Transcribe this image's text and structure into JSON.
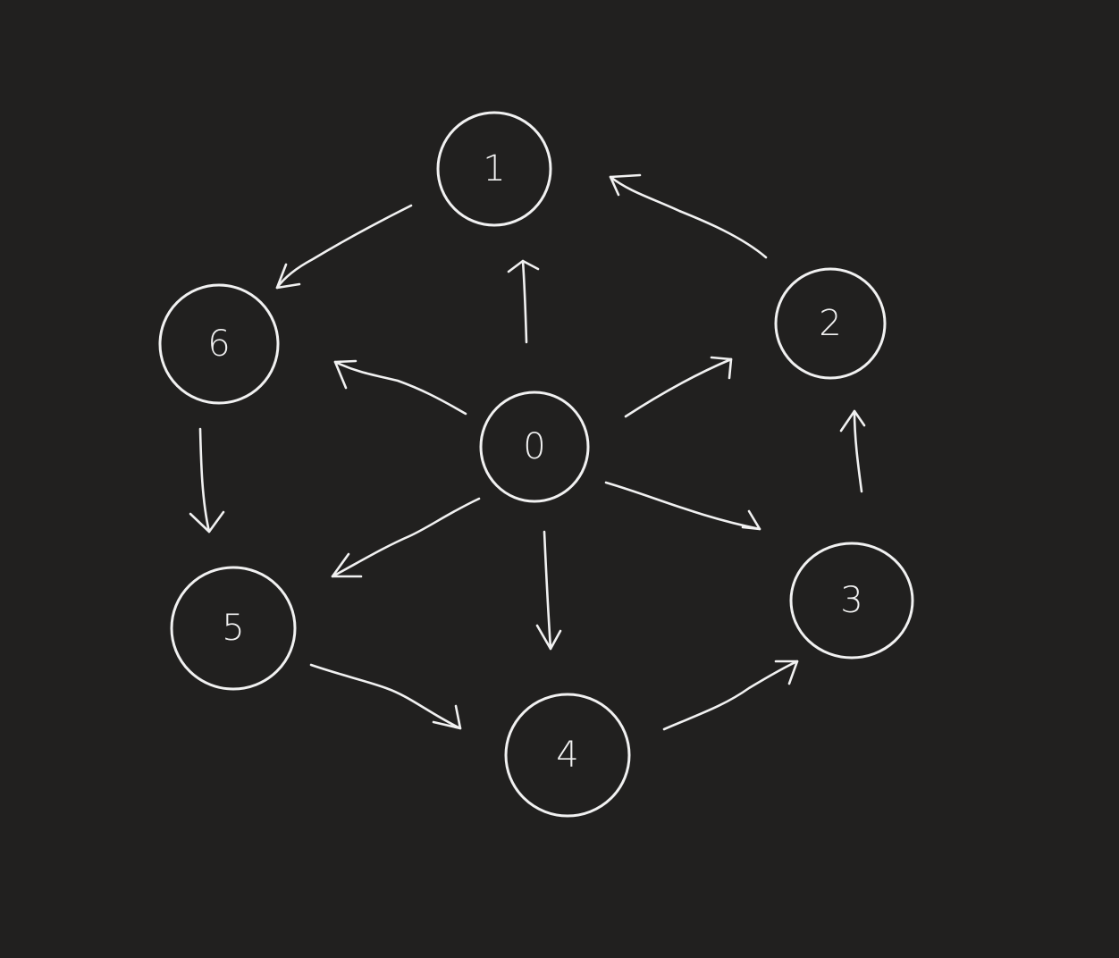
{
  "diagram": {
    "background_color": "#21201f",
    "stroke_color": "#f1f1f1",
    "nodes": [
      {
        "id": "0",
        "label": "0"
      },
      {
        "id": "1",
        "label": "1"
      },
      {
        "id": "2",
        "label": "2"
      },
      {
        "id": "3",
        "label": "3"
      },
      {
        "id": "4",
        "label": "4"
      },
      {
        "id": "5",
        "label": "5"
      },
      {
        "id": "6",
        "label": "6"
      }
    ],
    "edges": [
      {
        "from": "0",
        "to": "1"
      },
      {
        "from": "0",
        "to": "2"
      },
      {
        "from": "0",
        "to": "3"
      },
      {
        "from": "0",
        "to": "4"
      },
      {
        "from": "0",
        "to": "5"
      },
      {
        "from": "0",
        "to": "6"
      },
      {
        "from": "1",
        "to": "6"
      },
      {
        "from": "6",
        "to": "5"
      },
      {
        "from": "5",
        "to": "4"
      },
      {
        "from": "4",
        "to": "3"
      },
      {
        "from": "3",
        "to": "2"
      },
      {
        "from": "2",
        "to": "1"
      }
    ]
  }
}
